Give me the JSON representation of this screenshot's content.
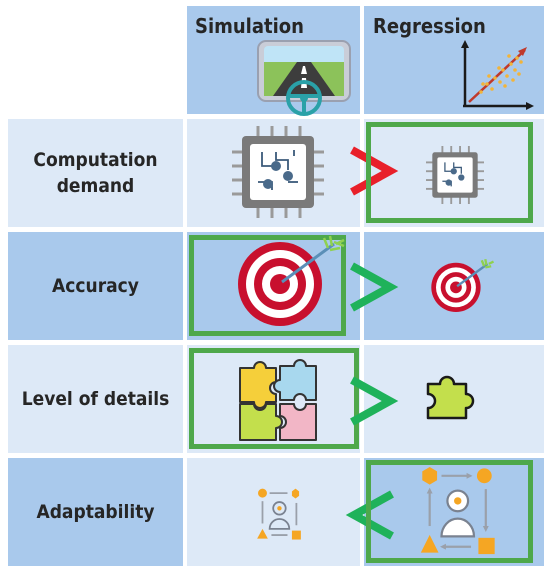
{
  "columns": {
    "simulation": "Simulation",
    "regression": "Regression"
  },
  "rows": [
    {
      "label_line1": "Computation",
      "label_line2": "demand",
      "comparison": ">",
      "winner": "Regression"
    },
    {
      "label": "Accuracy",
      "comparison": ">",
      "winner": "Simulation"
    },
    {
      "label": "Level of details",
      "comparison": ">",
      "winner": "Simulation"
    },
    {
      "label": "Adaptability",
      "comparison": "<",
      "winner": "Regression"
    }
  ],
  "colors": {
    "cell_light": "#dde9f7",
    "cell_blue": "#a9c9ec",
    "frame_green": "#4ea84b",
    "sign_red": "#e8202a",
    "sign_green": "#1fb25a"
  }
}
